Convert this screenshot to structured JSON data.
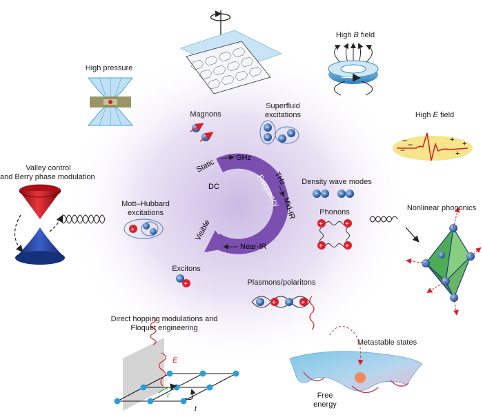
{
  "cycle": {
    "center": "DC",
    "frequency": "Frequency",
    "static": "Static",
    "ghz": "GHz",
    "thz": "THz",
    "mid_ir": "Mid-IR",
    "near_ir": "Near-IR",
    "visible": "Visible"
  },
  "inner": {
    "magnons": "Magnons",
    "superfluid_1": "Superfluid",
    "superfluid_2": "excitations",
    "density_wave": "Density wave modes",
    "phonons": "Phonons",
    "mott_1": "Mott–Hubbard",
    "mott_2": "excitations",
    "excitons": "Excitons",
    "plasmons": "Plasmons/polaritons"
  },
  "outer": {
    "high_pressure": "High pressure",
    "high_b_prefix": "High ",
    "high_b_var": "B",
    "high_b_suffix": " field",
    "high_e_prefix": "High ",
    "high_e_var": "E",
    "high_e_suffix": " field",
    "valley_1": "Valley control",
    "valley_2": "and Berry phase modulation",
    "nonlinear": "Nonlinear phononics",
    "hopping_1": "Direct hopping modulations and",
    "hopping_2": "Floquet engineering",
    "metastable": "Metastable states",
    "free_energy_1": "Free",
    "free_energy_2": "energy",
    "field_e": "E",
    "hop_t": "t",
    "hop_tprime": "t'"
  },
  "colors": {
    "purple_arrow": "#7b4fb0",
    "halo": "#d9cdea",
    "blue_particle": "#1f4e9e",
    "red_particle": "#d9202a",
    "cone_red": "#d11f24",
    "cone_blue": "#1f3f9e",
    "lattice_blue": "#2a9fd8",
    "phonon_green": "#2f9e3a"
  }
}
